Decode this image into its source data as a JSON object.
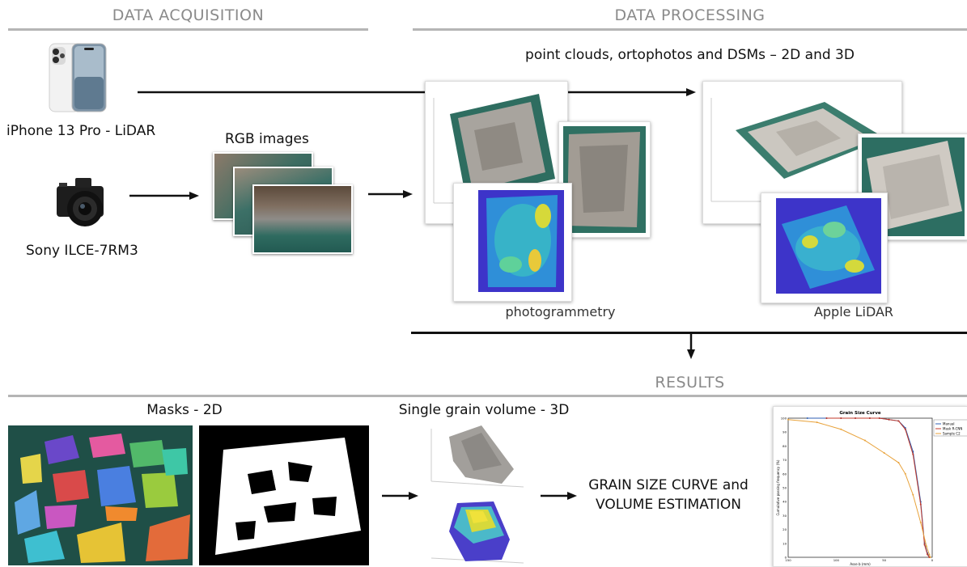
{
  "sections": {
    "acquisition": "DATA ACQUISITION",
    "processing": "DATA PROCESSING",
    "results": "RESULTS"
  },
  "devices": {
    "iphone": "iPhone 13 Pro - LiDAR",
    "sony": "Sony ILCE-7RM3"
  },
  "rgb_images": "RGB images",
  "processing_caption": "point clouds, ortophotos and DSMs – 2D and 3D",
  "photogrammetry": "photogrammetry",
  "apple_lidar": "Apple LiDAR",
  "masks": "Masks - 2D",
  "single_grain": "Single grain volume - 3D",
  "grain_curve_text": [
    "GRAIN SIZE CURVE and",
    "VOLUME ESTIMATION"
  ],
  "chart_data": {
    "type": "line",
    "title": "Grain Size Curve",
    "xlabel": "Asse b (mm)",
    "ylabel": "Cumulative passing frequency (%)",
    "x_ticks": [
      "150",
      "100",
      "50",
      "0"
    ],
    "y_ticks": [
      "0",
      "10",
      "20",
      "30",
      "40",
      "50",
      "60",
      "70",
      "80",
      "90",
      "100"
    ],
    "xlim": [
      150,
      0
    ],
    "ylim": [
      0,
      100
    ],
    "series": [
      {
        "name": "Manual",
        "color": "#2f5fb3",
        "x": [
          130,
          110,
          95,
          80,
          65,
          55,
          45,
          35,
          28,
          20,
          12,
          8,
          5,
          3
        ],
        "y": [
          100,
          100,
          100,
          100,
          100,
          100,
          99,
          98,
          93,
          76,
          40,
          10,
          3,
          0
        ]
      },
      {
        "name": "Mask R-CNN",
        "color": "#c0392b",
        "x": [
          110,
          95,
          80,
          65,
          55,
          45,
          35,
          28,
          20,
          12,
          8,
          5,
          3
        ],
        "y": [
          100,
          100,
          100,
          100,
          100,
          99,
          98,
          92,
          74,
          38,
          9,
          2,
          0
        ]
      },
      {
        "name": "Sample C2",
        "color": "#e8a23a",
        "x": [
          150,
          120,
          95,
          70,
          50,
          35,
          28,
          20,
          12,
          6,
          3,
          2
        ],
        "y": [
          99,
          97,
          92,
          84,
          75,
          68,
          60,
          45,
          25,
          8,
          2,
          0
        ]
      }
    ]
  }
}
